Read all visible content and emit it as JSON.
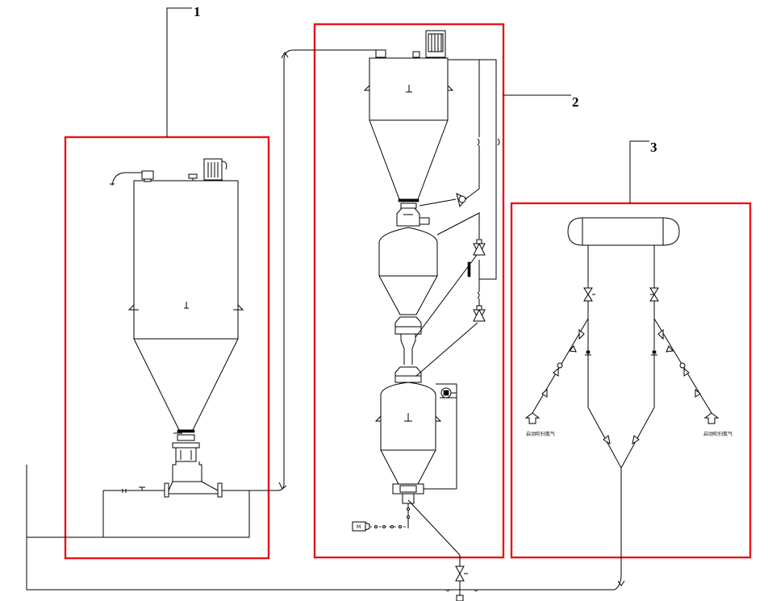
{
  "callouts": {
    "label_1": "1",
    "label_2": "2",
    "label_3": "3"
  },
  "gas_labels": {
    "left": "启动吹扫氮气",
    "right": "启动吹扫氮气"
  },
  "motor_label": "M",
  "colors": {
    "frame": "#e8141b",
    "line": "#000000",
    "background": "#ffffff"
  }
}
